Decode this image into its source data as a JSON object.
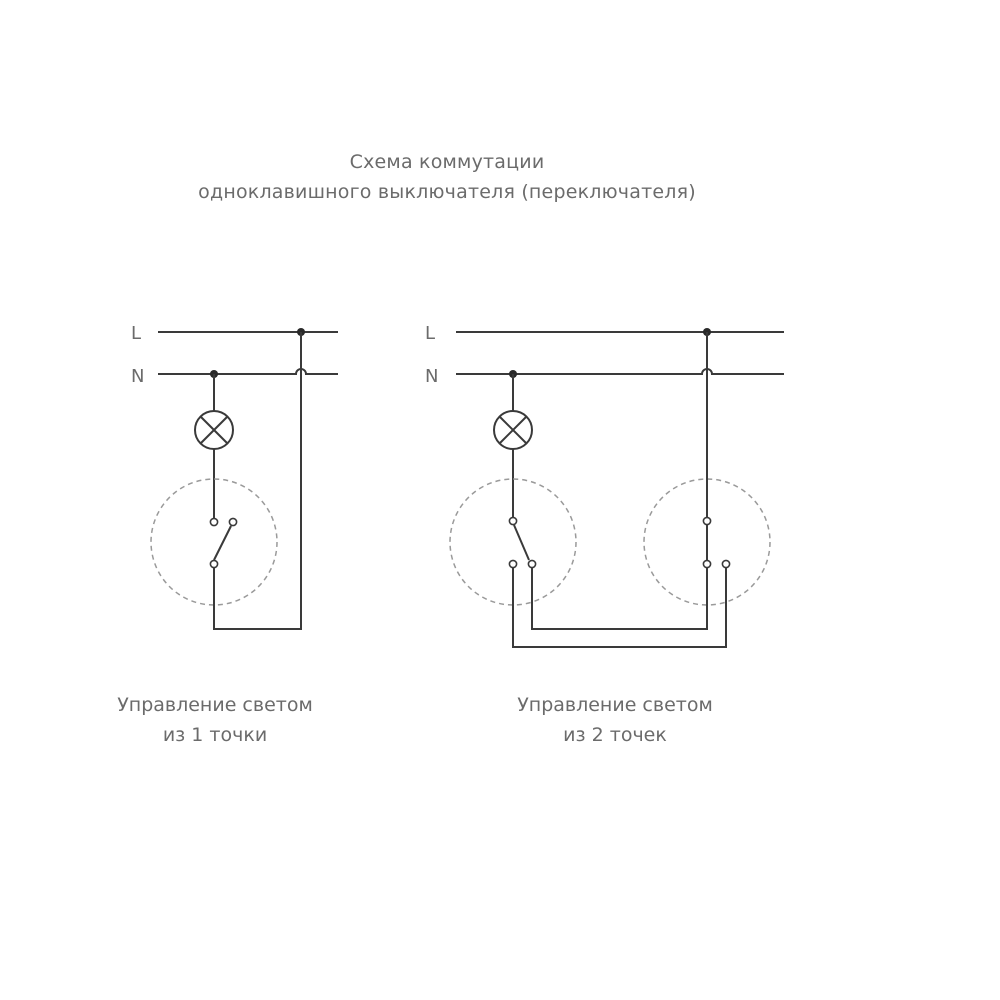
{
  "title": {
    "line1": "Схема коммутации",
    "line2": "одноклавишного выключателя (переключателя)"
  },
  "diagrams": [
    {
      "line_label_l": "L",
      "line_label_n": "N",
      "caption_line1": "Управление светом",
      "caption_line2": "из 1 точки"
    },
    {
      "line_label_l": "L",
      "line_label_n": "N",
      "caption_line1": "Управление светом",
      "caption_line2": "из 2 точек"
    }
  ]
}
